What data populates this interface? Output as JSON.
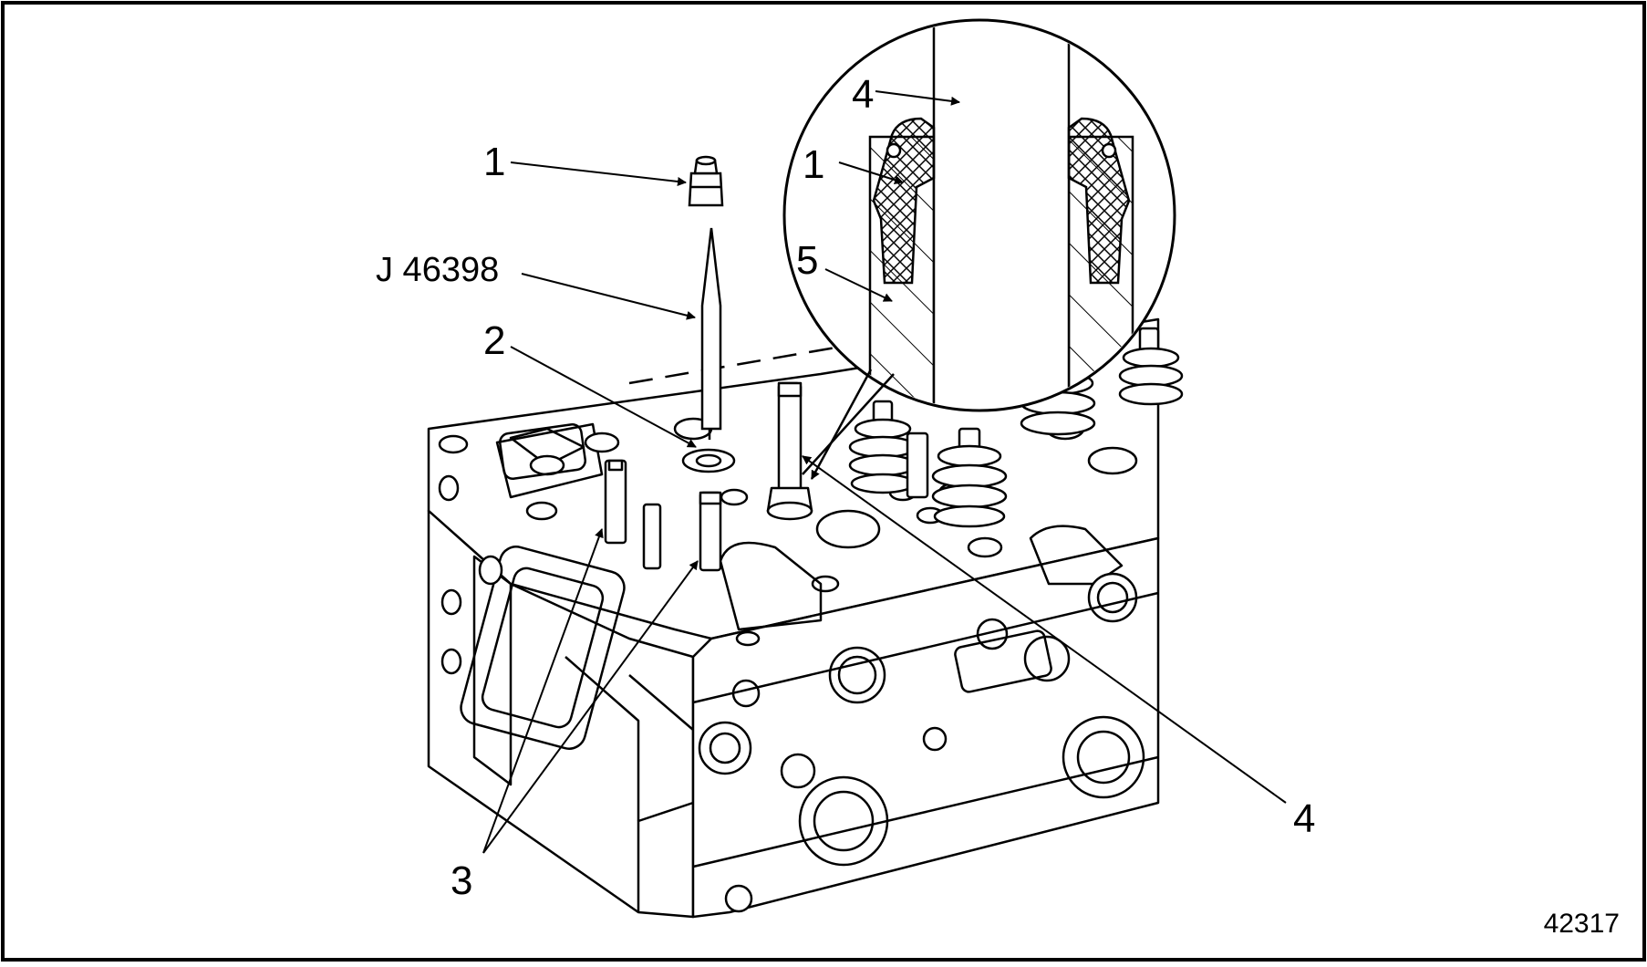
{
  "figure": {
    "figure_number": "42317",
    "callouts": {
      "c1": "1",
      "tool": "J 46398",
      "c2": "2",
      "c3": "3",
      "c4": "4",
      "inset_c4": "4",
      "inset_c1": "1",
      "inset_c5": "5"
    }
  }
}
